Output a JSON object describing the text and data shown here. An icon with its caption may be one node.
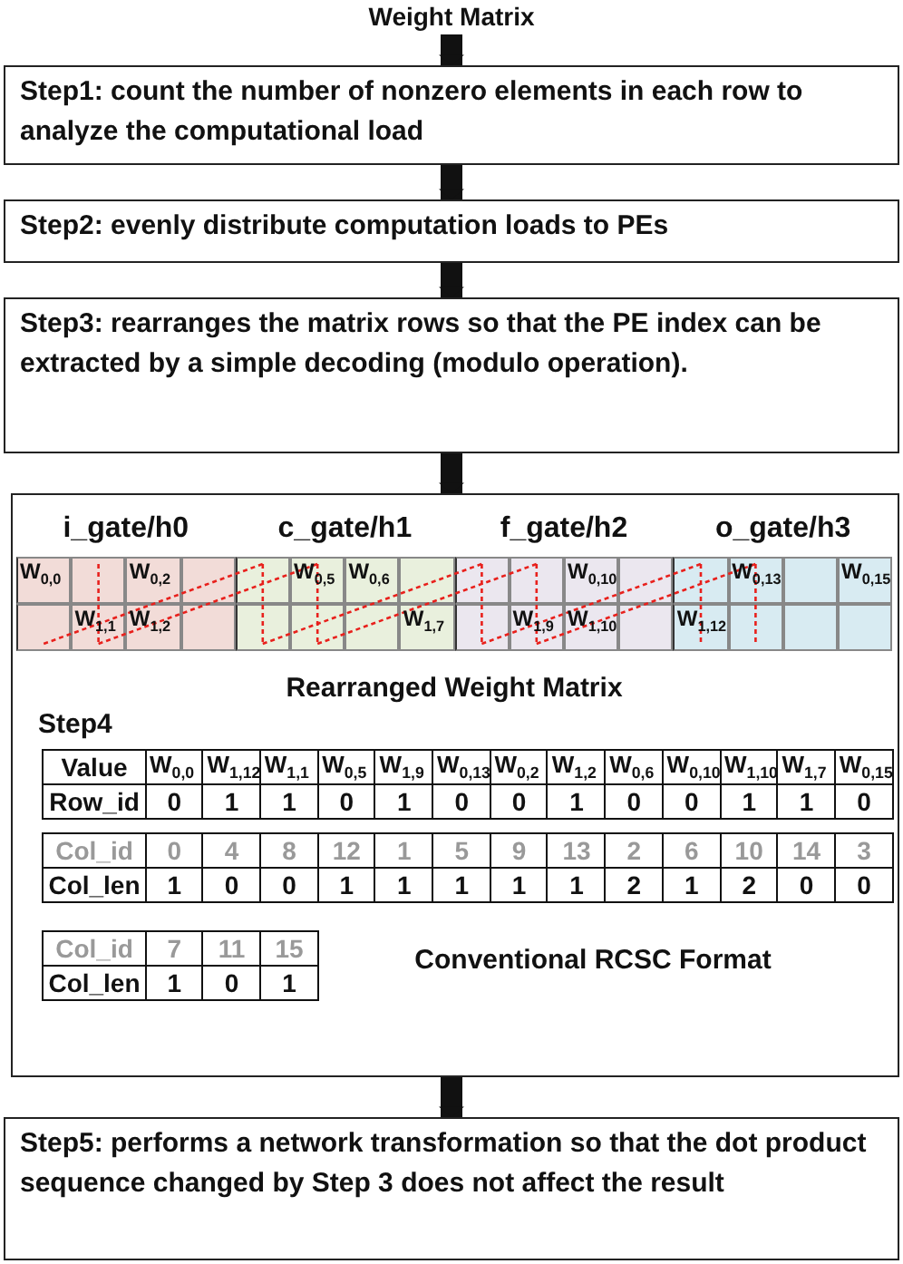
{
  "diagram": {
    "nodes": [
      {
        "text": [
          "Weight Matrix"
        ]
      },
      {
        "text": [
          "Step1: count the number of nonzero elements in each row to analyze the computational load"
        ]
      },
      {
        "text": [
          "Step2: evenly distribute computation loads to PEs"
        ]
      },
      {
        "text": [
          "Step3: rearranges the matrix rows so that the PE index can be extracted by a simple decoding (modulo operation)."
        ]
      },
      {
        "text": [
          "Rearranged Weight Matrix",
          "Step4",
          "Conventional RCSC Format"
        ]
      },
      {
        "text": [
          "Step5: performs a network transformation so that the dot product sequence changed by Step 3 does not affect the result"
        ]
      }
    ],
    "edges": [
      {
        "from": 0,
        "to": 1,
        "arrow": "to"
      },
      {
        "from": 1,
        "to": 2,
        "arrow": "to"
      },
      {
        "from": 2,
        "to": 3,
        "arrow": "to"
      },
      {
        "from": 3,
        "to": 4,
        "arrow": "to"
      },
      {
        "from": 4,
        "to": 5,
        "arrow": "to"
      }
    ],
    "labels": [
      "i_gate/h0",
      "c_gate/h1",
      "f_gate/h2",
      "o_gate/h3",
      "W$_{0,0}$",
      "W$_{0,2}$",
      "W$_{0,5}$",
      "W$_{0,6}$",
      "W$_{0,10}$",
      "W$_{0,13}$",
      "W$_{0,15}$",
      "W$_{1,1}$",
      "W$_{1,2}$",
      "W$_{1,7}$",
      "W$_{1,9}$",
      "W$_{1,10}$",
      "W$_{1,12}$",
      "Value",
      "W$_{0,0}$",
      "W$_{1,12}$",
      "W$_{1,1}$",
      "W$_{0,5}$",
      "W$_{1,9}$",
      "W$_{0,13}$",
      "W$_{0,2}$",
      "W$_{1,2}$",
      "W$_{0,6}$",
      "W$_{0,10}$",
      "W$_{1,10}$",
      "W$_{1,7}$",
      "W$_{0,15}$",
      "Row_id",
      "0",
      "1",
      "1",
      "0",
      "1",
      "0",
      "0",
      "1",
      "0",
      "0",
      "1",
      "1",
      "0",
      "Col_id",
      "0",
      "4",
      "8",
      "12",
      "1",
      "5",
      "9",
      "13",
      "2",
      "6",
      "10",
      "14",
      "3",
      "Col_len",
      "1",
      "0",
      "0",
      "1",
      "1",
      "1",
      "1",
      "1",
      "2",
      "1",
      "2",
      "0",
      "0",
      "Col_id",
      "7",
      "11",
      "15",
      "Col_len",
      "1",
      "0",
      "1"
    ]
  }
}
